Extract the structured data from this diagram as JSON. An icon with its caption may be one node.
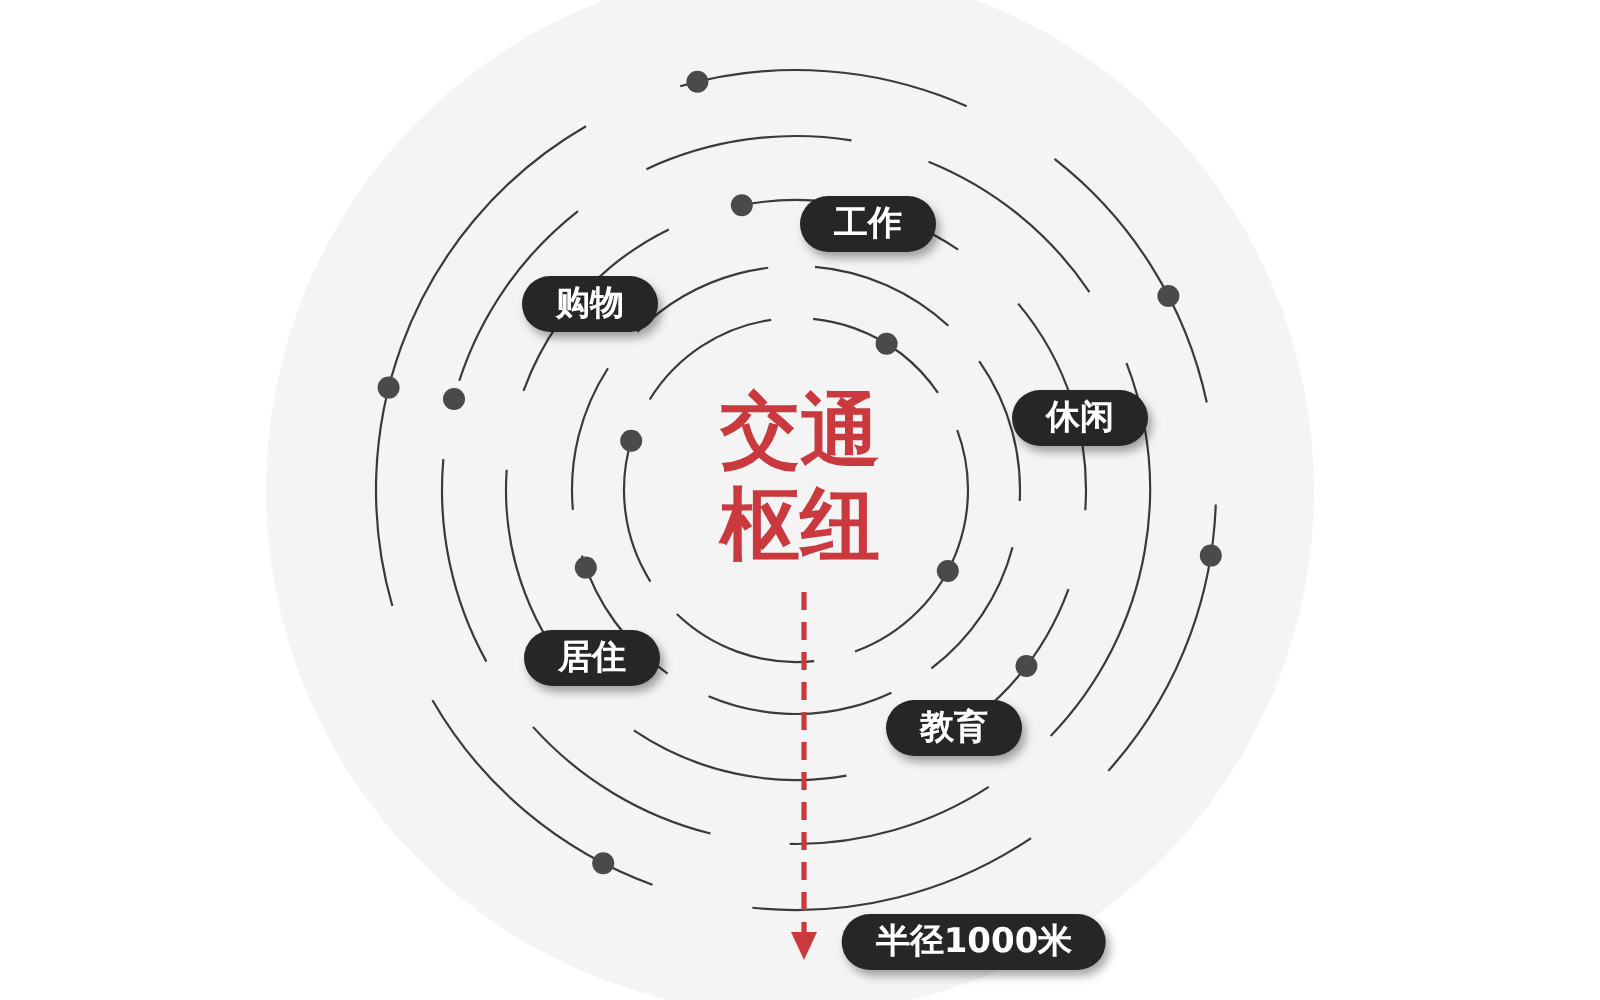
{
  "diagram": {
    "nodes": [
      {
        "text": [
          "工作"
        ]
      },
      {
        "text": [
          "购物"
        ]
      },
      {
        "text": [
          "休闲"
        ]
      },
      {
        "text": [
          "居住"
        ]
      },
      {
        "text": [
          "教育"
        ]
      },
      {
        "text": [
          "半径1000米"
        ]
      }
    ],
    "labels": [
      "交通枢纽"
    ]
  }
}
